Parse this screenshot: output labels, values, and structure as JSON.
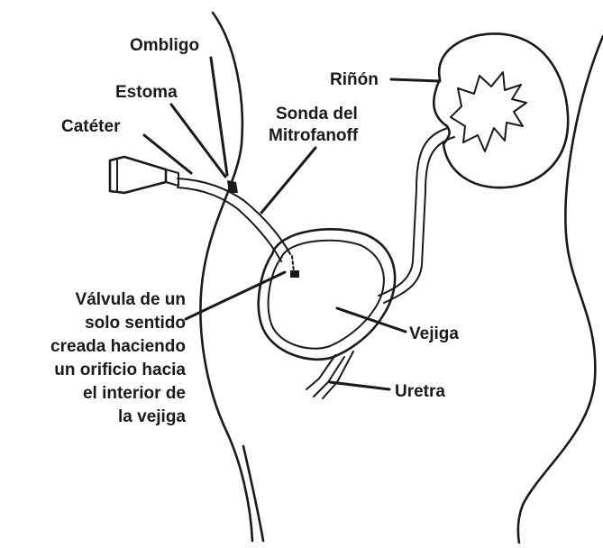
{
  "labels": {
    "ombligo": "Ombligo",
    "estoma": "Estoma",
    "cateter": "Catéter",
    "sonda_l1": "Sonda del",
    "sonda_l2": "Mitrofanoff",
    "rinon": "Riñón",
    "vejiga": "Vejiga",
    "uretra": "Uretra",
    "valvula_l1": "Válvula de un",
    "valvula_l2": "solo sentido",
    "valvula_l3": "creada haciendo",
    "valvula_l4": "un orificio hacia",
    "valvula_l5": "el interior de",
    "valvula_l6": "la vejiga"
  }
}
